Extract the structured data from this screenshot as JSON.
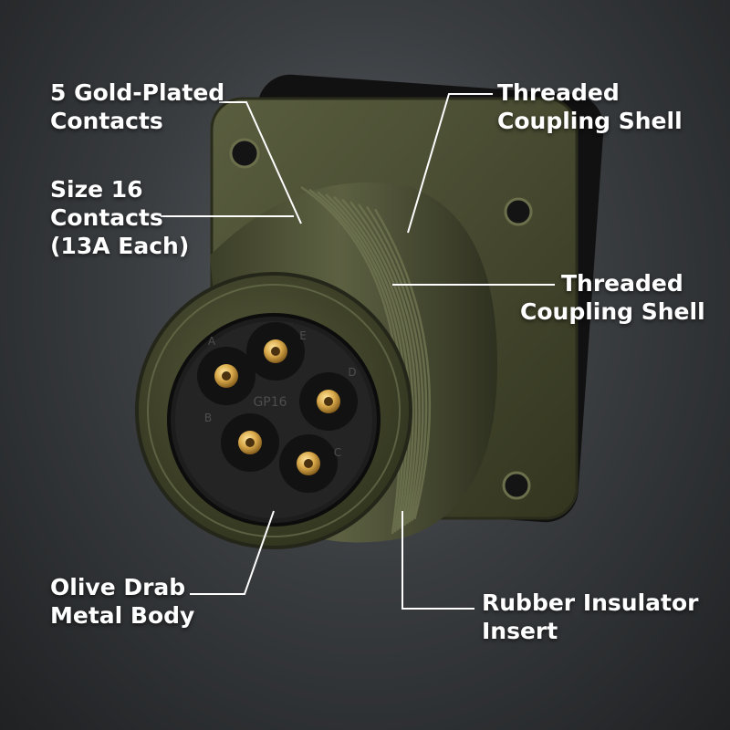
{
  "colors": {
    "background": "#2f3235",
    "olive_body": "#4a4d33",
    "insert": "#1c1c1c",
    "gold": "#d9a94a",
    "label": "#ffffff"
  },
  "callouts": {
    "gold_contacts": [
      "5 Gold-Plated",
      "Contacts"
    ],
    "contact_size": [
      "Size 16",
      "Contacts",
      "(13A Each)"
    ],
    "coupling_top": [
      "Threaded",
      "Coupling Shell"
    ],
    "coupling_mid": [
      "Threaded",
      "Coupling Shell"
    ],
    "body": [
      "Olive Drab",
      "Metal Body"
    ],
    "insert": [
      "Rubber Insulator",
      "Insert"
    ]
  },
  "insert_marking": "GP16",
  "contact_letters": [
    "A",
    "E",
    "D",
    "B",
    "C"
  ]
}
